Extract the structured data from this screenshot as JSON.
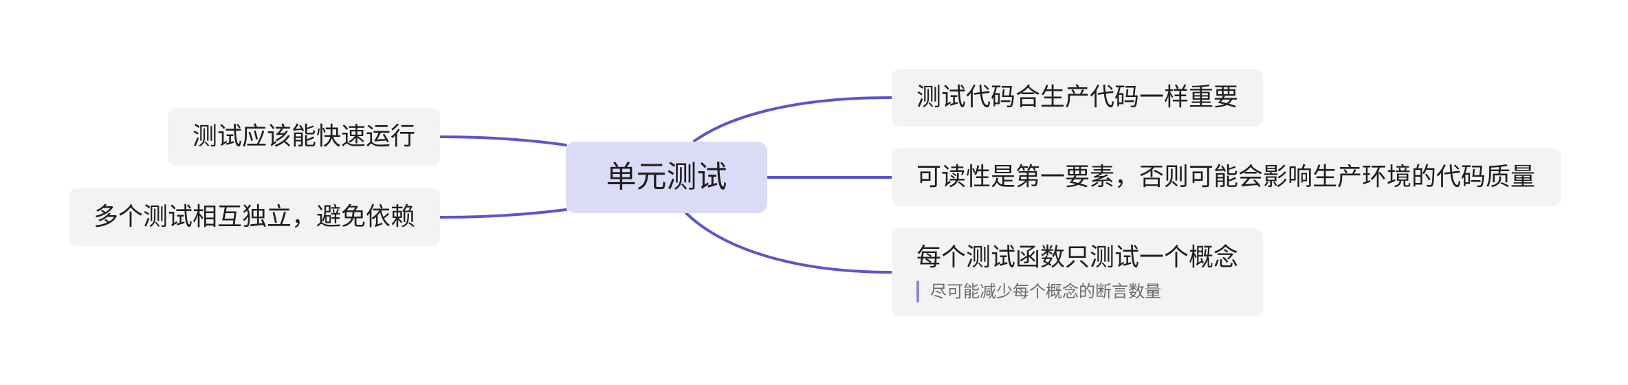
{
  "colors": {
    "edge": "#5b55cd",
    "root_fill": "#dcdbf7",
    "node_fill": "#f3f3f3",
    "note_bar": "#8a86e0",
    "text": "#1f1f1f",
    "note_text": "#6b6b6b"
  },
  "mindmap": {
    "root": {
      "label": "单元测试"
    },
    "right": [
      {
        "label": "测试代码合生产代码一样重要"
      },
      {
        "label": "可读性是第一要素，否则可能会影响生产环境的代码质量"
      },
      {
        "label": "每个测试函数只测试一个概念",
        "note": "尽可能减少每个概念的断言数量"
      }
    ],
    "left": [
      {
        "label": "测试应该能快速运行"
      },
      {
        "label": "多个测试相互独立，避免依赖"
      }
    ]
  }
}
